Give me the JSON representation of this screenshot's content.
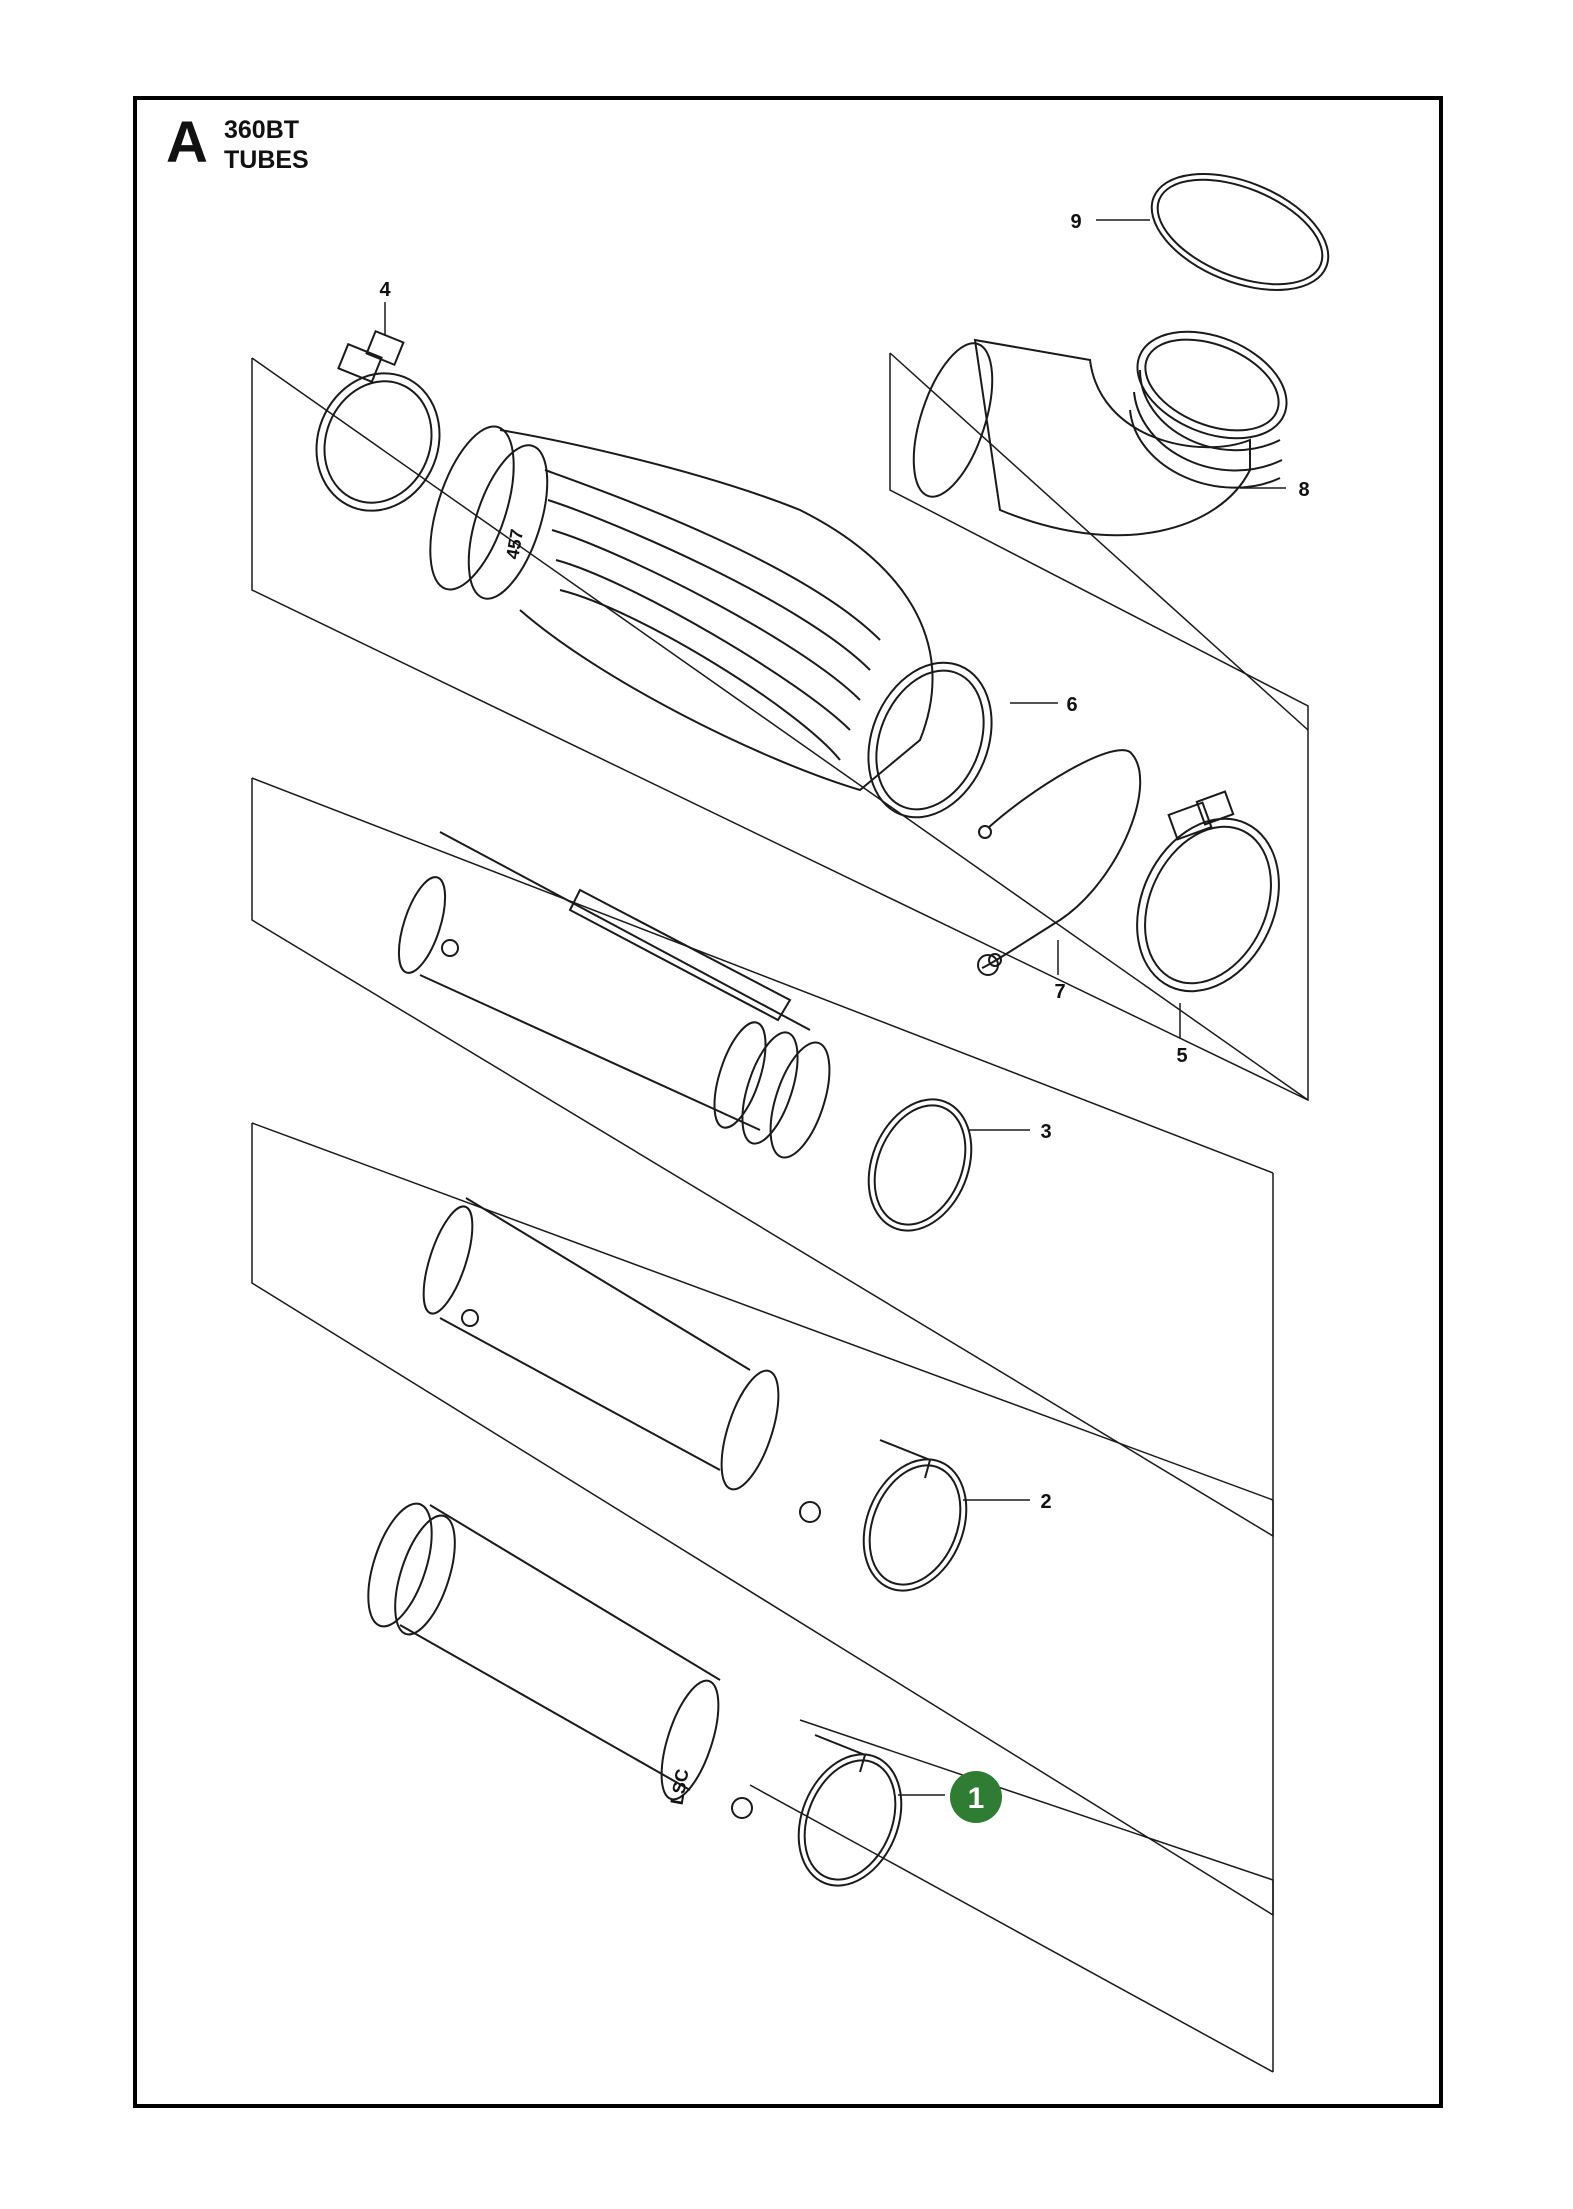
{
  "header": {
    "section_letter": "A",
    "model": "360BT",
    "subtitle": "TUBES"
  },
  "callouts": [
    {
      "id": "9",
      "label": "9"
    },
    {
      "id": "4",
      "label": "4"
    },
    {
      "id": "8",
      "label": "8"
    },
    {
      "id": "6",
      "label": "6"
    },
    {
      "id": "7",
      "label": "7"
    },
    {
      "id": "5",
      "label": "5"
    },
    {
      "id": "3",
      "label": "3"
    },
    {
      "id": "2",
      "label": "2"
    },
    {
      "id": "1",
      "label": "1",
      "highlighted": true
    }
  ],
  "part_markings": {
    "bellows_text": "457",
    "tube_text": "LSC"
  },
  "colors": {
    "highlight": "#2e7d32",
    "line": "#1a1a1a",
    "frame": "#000000"
  }
}
